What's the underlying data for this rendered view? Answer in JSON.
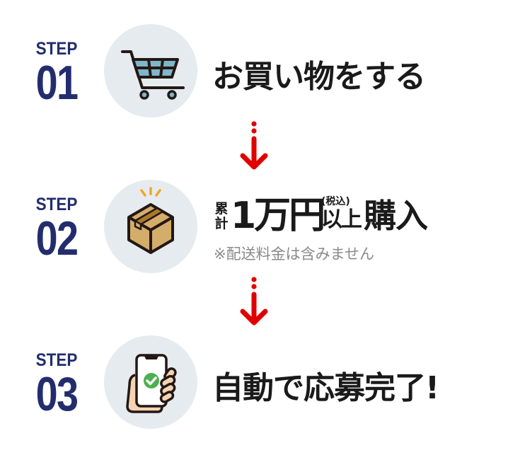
{
  "colors": {
    "step_label": "#232d6e",
    "circle_bg": "#e5ebef",
    "arrow": "#e00000",
    "title": "#1a1a1a",
    "note": "#8a8a8a",
    "cart_basket": "#7fb6c9",
    "box": "#d4ad6a",
    "box_tape": "#a97a2c",
    "sparkle": "#f5a623",
    "check_green": "#4caf50",
    "hand_skin": "#f6d3b0"
  },
  "steps": [
    {
      "label": "STEP",
      "number": "01",
      "icon": "shopping-cart-icon",
      "title": "お買い物をする"
    },
    {
      "label": "STEP",
      "number": "02",
      "icon": "package-box-icon",
      "title_parts": {
        "prefix_line1": "累",
        "prefix_line2": "計",
        "amount": "1万円",
        "tax_note": "(税込)",
        "condition": "以上",
        "action": "購入"
      },
      "note": "※配送料金は含みません"
    },
    {
      "label": "STEP",
      "number": "03",
      "icon": "smartphone-check-icon",
      "title": "自動で応募完了!"
    }
  ],
  "arrows": [
    {
      "icon": "dotted-down-arrow-icon"
    },
    {
      "icon": "dotted-down-arrow-icon"
    }
  ]
}
